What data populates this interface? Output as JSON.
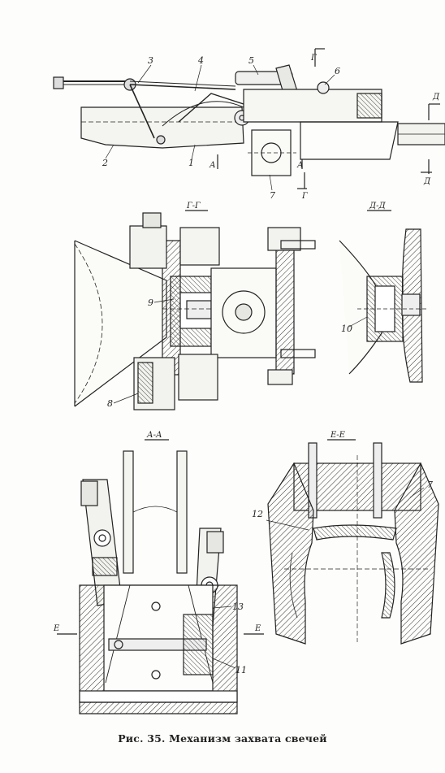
{
  "drawing": {
    "caption": "Рис. 35. Механизм захвата свечей",
    "sections": {
      "g_g": "Г-Г",
      "d_d": "Д-Д",
      "a_a": "А-А",
      "e_e": "Е-Е"
    },
    "cut_marks": {
      "g": "Г",
      "d": "Д",
      "a": "А",
      "e": "Е"
    },
    "callouts": {
      "c1": "1",
      "c2": "2",
      "c3": "3",
      "c4": "4",
      "c5": "5",
      "c6": "6",
      "c7": "7",
      "c7b": "7",
      "c8": "8",
      "c9": "9",
      "c10": "10",
      "c11": "11",
      "c12": "12",
      "c13": "13"
    }
  }
}
